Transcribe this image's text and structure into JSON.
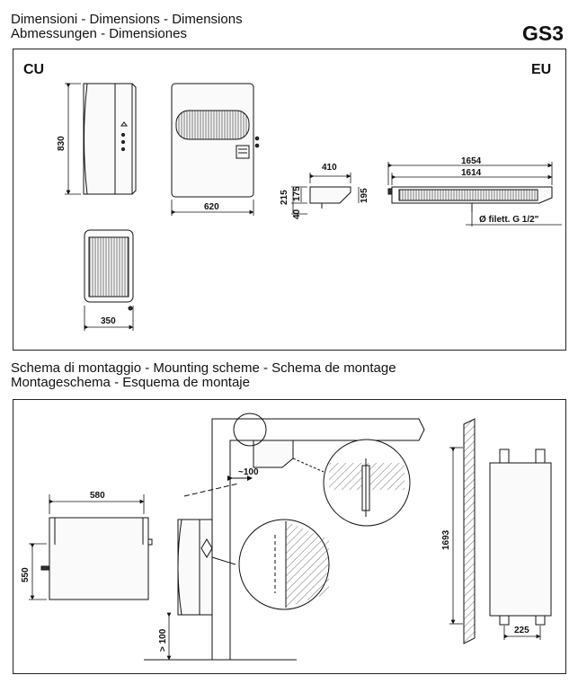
{
  "header": {
    "dimensions_line1": "Dimensioni - Dimensions - Dimensions",
    "dimensions_line2": "Abmessungen - Dimensiones",
    "model": "GS3",
    "mounting_line1": "Schema di montaggio - Mounting scheme - Schema de montage",
    "mounting_line2": "Montageschema - Esquema de montaje"
  },
  "dimensions_panel": {
    "cu_label": "CU",
    "eu_label": "EU",
    "cu_height": "830",
    "cu_width": "620",
    "cu_depth": "350",
    "eu_depth": "410",
    "eu_h1": "215",
    "eu_h2": "175",
    "eu_h3": "40",
    "eu_h4": "195",
    "eu_len1": "1654",
    "eu_len2": "1614",
    "eu_drain": "Ø  filett.  G  1/2\""
  },
  "mounting_panel": {
    "bracket_width": "580",
    "bracket_height": "550",
    "clearance_eu": "~100",
    "clearance_floor": "> 100",
    "rail_height": "1693",
    "rail_width": "225"
  }
}
